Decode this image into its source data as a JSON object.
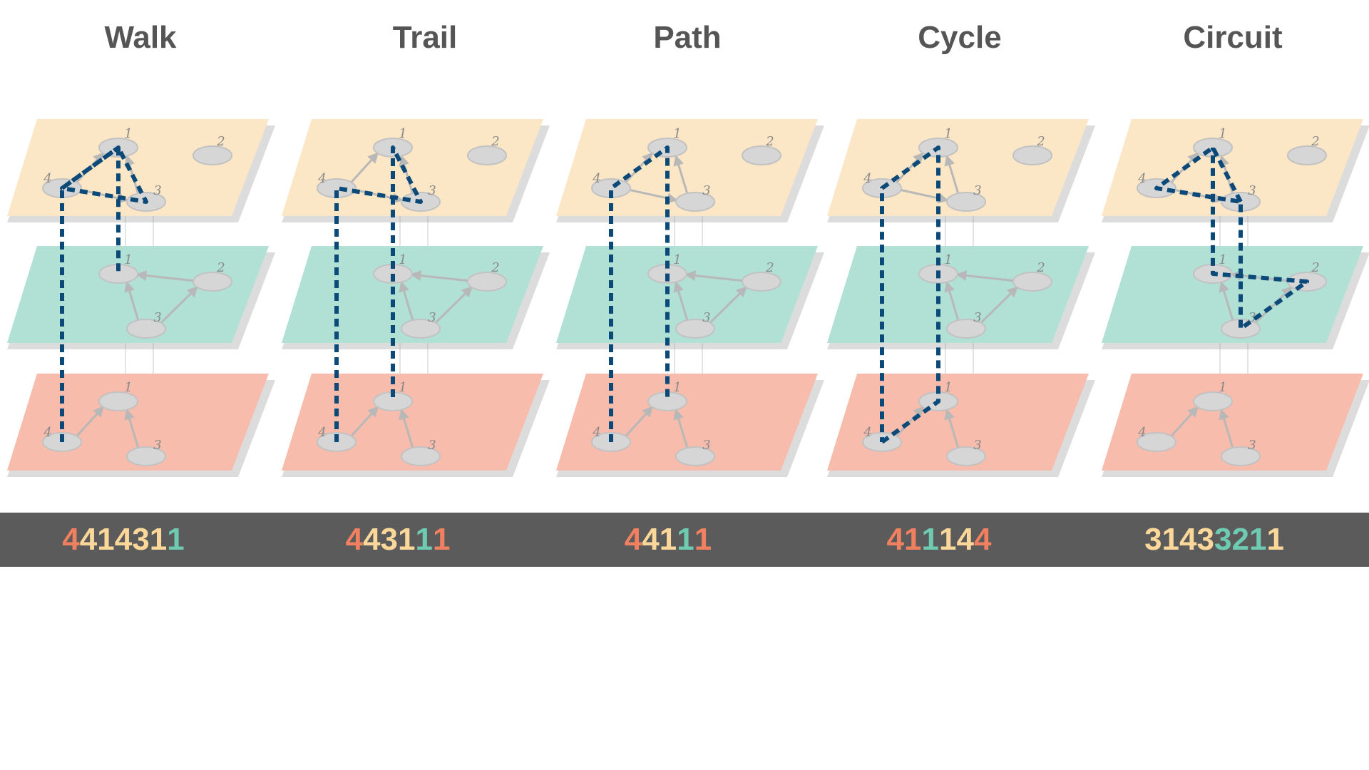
{
  "colors": {
    "title": "#555555",
    "bar_bg": "#5b5b5b",
    "layer_top": "#fbe6c6",
    "layer_mid": "#b1e0d5",
    "layer_bot": "#f7bcac",
    "node_fill": "#d6d6d6",
    "edge": "#b8b8b8",
    "path_stroke": "#0b4a78",
    "digit_top": "#fcd79a",
    "digit_mid": "#6ecbb2",
    "digit_bot": "#f0805f"
  },
  "layers": {
    "top": {
      "node_labels": [
        "1",
        "2",
        "3",
        "4"
      ]
    },
    "mid": {
      "node_labels": [
        "1",
        "2",
        "3"
      ]
    },
    "bot": {
      "node_labels": [
        "1",
        "3",
        "4"
      ]
    }
  },
  "panels": [
    {
      "title": "Walk",
      "sequence": [
        {
          "d": "4",
          "layer": "bot"
        },
        {
          "d": "4",
          "layer": "top"
        },
        {
          "d": "1",
          "layer": "top"
        },
        {
          "d": "4",
          "layer": "top"
        },
        {
          "d": "3",
          "layer": "top"
        },
        {
          "d": "1",
          "layer": "top"
        },
        {
          "d": "1",
          "layer": "mid"
        }
      ]
    },
    {
      "title": "Trail",
      "sequence": [
        {
          "d": "4",
          "layer": "bot"
        },
        {
          "d": "4",
          "layer": "top"
        },
        {
          "d": "3",
          "layer": "top"
        },
        {
          "d": "1",
          "layer": "top"
        },
        {
          "d": "1",
          "layer": "mid"
        },
        {
          "d": "1",
          "layer": "bot"
        }
      ]
    },
    {
      "title": "Path",
      "sequence": [
        {
          "d": "4",
          "layer": "bot"
        },
        {
          "d": "4",
          "layer": "top"
        },
        {
          "d": "1",
          "layer": "top"
        },
        {
          "d": "1",
          "layer": "mid"
        },
        {
          "d": "1",
          "layer": "bot"
        }
      ]
    },
    {
      "title": "Cycle",
      "sequence": [
        {
          "d": "4",
          "layer": "bot"
        },
        {
          "d": "1",
          "layer": "bot"
        },
        {
          "d": "1",
          "layer": "mid"
        },
        {
          "d": "1",
          "layer": "top"
        },
        {
          "d": "4",
          "layer": "top"
        },
        {
          "d": "4",
          "layer": "bot"
        }
      ]
    },
    {
      "title": "Circuit",
      "sequence": [
        {
          "d": "3",
          "layer": "top"
        },
        {
          "d": "1",
          "layer": "top"
        },
        {
          "d": "4",
          "layer": "top"
        },
        {
          "d": "3",
          "layer": "top"
        },
        {
          "d": "3",
          "layer": "mid"
        },
        {
          "d": "2",
          "layer": "mid"
        },
        {
          "d": "1",
          "layer": "mid"
        },
        {
          "d": "1",
          "layer": "top"
        }
      ]
    }
  ]
}
